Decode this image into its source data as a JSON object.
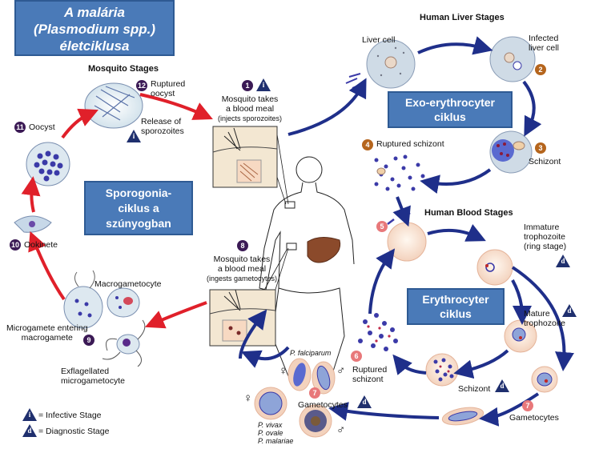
{
  "title": {
    "line1": "A malária",
    "line2": "(Plasmodium spp.)",
    "line3": "életciklusa"
  },
  "boxes": {
    "exo": {
      "line1": "Exo-erythrocyter",
      "line2": "ciklus"
    },
    "sporo": {
      "line1": "Sporogonia-",
      "line2": "ciklus a",
      "line3": "szúnyogban"
    },
    "ery": {
      "line1": "Erythrocyter",
      "line2": "ciklus"
    }
  },
  "headings": {
    "mosquito": "Mosquito Stages",
    "liver": "Human Liver Stages",
    "blood": "Human Blood Stages"
  },
  "labels": {
    "ruptured_oocyst": {
      "l1": "Ruptured",
      "l2": "oocyst"
    },
    "release": {
      "l1": "Release of",
      "l2": "sporozoites"
    },
    "oocyst": "Oocyst",
    "ookinete": "Ookinete",
    "macrogametocyte": "Macrogametocyte",
    "microgamete": {
      "l1": "Microgamete entering",
      "l2": "macrogamete"
    },
    "exflagellated": {
      "l1": "Exflagellated",
      "l2": "microgametocyte"
    },
    "blood_meal_1": {
      "l1": "Mosquito takes",
      "l2": "a blood meal",
      "l3": "(injects sporozoites)"
    },
    "blood_meal_8": {
      "l1": "Mosquito takes",
      "l2": "a blood meal",
      "l3": "(ingests gametocytes)"
    },
    "liver_cell": "Liver cell",
    "infected_liver": {
      "l1": "Infected",
      "l2": "liver cell"
    },
    "schizont_liver": "Schizont",
    "ruptured_schizont_liver": "Ruptured schizont",
    "immature": {
      "l1": "Immature",
      "l2": "trophozoite",
      "l3": "(ring stage)"
    },
    "mature": {
      "l1": "Mature",
      "l2": "trophozoite"
    },
    "schizont_blood": "Schizont",
    "ruptured_schizont_blood": {
      "l1": "Ruptured",
      "l2": "schizont"
    },
    "gametocytes_right": "Gametocytes",
    "gametocytes_left": "Gametocytes",
    "p_falciparum": "P. falciparum",
    "p_vivax": "P. vivax",
    "p_ovale": "P. ovale",
    "p_malariae": "P. malariae"
  },
  "legend": {
    "infective": "= Infective Stage",
    "diagnostic": "= Diagnostic Stage",
    "i_letter": "i",
    "d_letter": "d"
  },
  "numbers": {
    "n1": "1",
    "n2": "2",
    "n3": "3",
    "n4": "4",
    "n5": "5",
    "n6": "6",
    "n7": "7",
    "n7b": "7",
    "n8": "8",
    "n9": "9",
    "n10": "10",
    "n11": "11",
    "n12": "12"
  },
  "symbols": {
    "female": "♀",
    "male": "♂"
  },
  "colors": {
    "box_fill": "#4a7ab8",
    "arrow_red": "#e0202a",
    "arrow_blue": "#1f2f8a",
    "parasite": "#3b3aa8",
    "cell_pink": "#f6d9c8"
  }
}
